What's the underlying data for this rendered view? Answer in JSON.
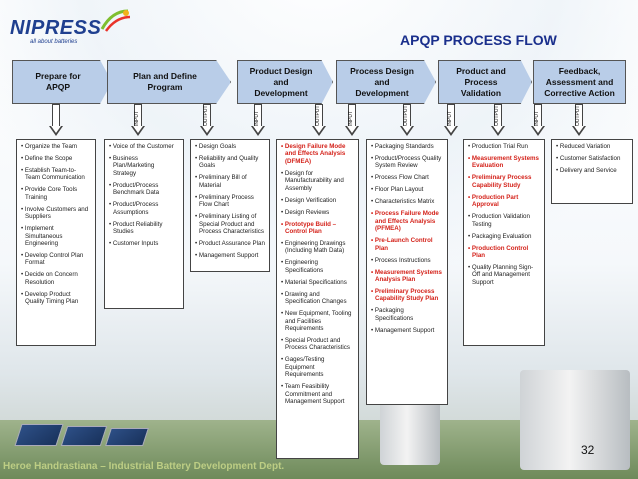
{
  "logo": {
    "name": "NIPRESS",
    "tagline": "all about batteries"
  },
  "title": "APQP PROCESS FLOW",
  "phases": [
    {
      "label": "Prepare for APQP"
    },
    {
      "label": "Plan and Define Program"
    },
    {
      "label": "Product Design and Development"
    },
    {
      "label": "Process Design and Development"
    },
    {
      "label": "Product and Process Validation"
    },
    {
      "label": "Feedback, Assessment and Corrective Action"
    }
  ],
  "io_labels": {
    "input": "INPUT",
    "output": "OUTPUT"
  },
  "columns": [
    {
      "items": [
        {
          "text": "Organize the Team",
          "red": false
        },
        {
          "text": "Define the Scope",
          "red": false
        },
        {
          "text": "Establish Team-to-Team Communication",
          "red": false
        },
        {
          "text": "Provide Core Tools Training",
          "red": false
        },
        {
          "text": "Involve Customers and Suppliers",
          "red": false
        },
        {
          "text": "Implement Simultaneous Engineering",
          "red": false
        },
        {
          "text": "Develop Control Plan Format",
          "red": false
        },
        {
          "text": "Decide on Concern Resolution",
          "red": false
        },
        {
          "text": "Develop Product Quality Timing Plan",
          "red": false
        }
      ]
    },
    {
      "items": [
        {
          "text": "Voice of the Customer",
          "red": false
        },
        {
          "text": "Business Plan/Marketing Strategy",
          "red": false
        },
        {
          "text": "Product/Process Benchmark Data",
          "red": false
        },
        {
          "text": "Product/Process Assumptions",
          "red": false
        },
        {
          "text": "Product Reliability Studies",
          "red": false
        },
        {
          "text": "Customer Inputs",
          "red": false
        }
      ]
    },
    {
      "items": [
        {
          "text": "Design Goals",
          "red": false
        },
        {
          "text": "Reliability and Quality Goals",
          "red": false
        },
        {
          "text": "Preliminary Bill of Material",
          "red": false
        },
        {
          "text": "Preliminary Process Flow Chart",
          "red": false
        },
        {
          "text": "Preliminary Listing of Special Product and Process Characteristics",
          "red": false
        },
        {
          "text": "Product Assurance Plan",
          "red": false
        },
        {
          "text": "Management Support",
          "red": false
        }
      ]
    },
    {
      "items": [
        {
          "text": "Design Failure Mode and Effects Analysis (DFMEA)",
          "red": true
        },
        {
          "text": "Design for Manufacturability and Assembly",
          "red": false
        },
        {
          "text": "Design Verification",
          "red": false
        },
        {
          "text": "Design Reviews",
          "red": false
        },
        {
          "text": "Prototype Build – Control Plan",
          "red": true
        },
        {
          "text": "Engineering Drawings (Including Math Data)",
          "red": false
        },
        {
          "text": "Engineering Specifications",
          "red": false
        },
        {
          "text": "Material Specifications",
          "red": false
        },
        {
          "text": "Drawing and Specification Changes",
          "red": false
        },
        {
          "text": "New Equipment, Tooling and Facilities Requirements",
          "red": false
        },
        {
          "text": "Special Product and Process Characteristics",
          "red": false
        },
        {
          "text": "Gages/Testing Equipment Requirements",
          "red": false
        },
        {
          "text": "Team Feasibility Commitment and Management Support",
          "red": false
        }
      ]
    },
    {
      "items": [
        {
          "text": "Packaging Standards",
          "red": false
        },
        {
          "text": "Product/Process Quality System Review",
          "red": false
        },
        {
          "text": "Process Flow Chart",
          "red": false
        },
        {
          "text": "Floor Plan Layout",
          "red": false
        },
        {
          "text": "Characteristics Matrix",
          "red": false
        },
        {
          "text": "Process Failure Mode and Effects Analysis (PFMEA)",
          "red": true
        },
        {
          "text": "Pre-Launch Control Plan",
          "red": true
        },
        {
          "text": "Process Instructions",
          "red": false
        },
        {
          "text": "Measurement Systems Analysis Plan",
          "red": true
        },
        {
          "text": "Preliminary Process Capability Study Plan",
          "red": true
        },
        {
          "text": "Packaging Specifications",
          "red": false
        },
        {
          "text": "Management Support",
          "red": false
        }
      ]
    },
    {
      "items": [
        {
          "text": "Production Trial Run",
          "red": false
        },
        {
          "text": "Measurement Systems Evaluation",
          "red": true
        },
        {
          "text": "Preliminary Process Capability Study",
          "red": true
        },
        {
          "text": "Production Part Approval",
          "red": true
        },
        {
          "text": "Production Validation Testing",
          "red": false
        },
        {
          "text": "Packaging Evaluation",
          "red": false
        },
        {
          "text": "Production Control Plan",
          "red": true
        },
        {
          "text": "Quality Planning Sign-Off and Management Support",
          "red": false
        }
      ]
    },
    {
      "items": [
        {
          "text": "Reduced Variation",
          "red": false
        },
        {
          "text": "Customer Satisfaction",
          "red": false
        },
        {
          "text": "Delivery and Service",
          "red": false
        }
      ]
    }
  ],
  "page_number": "32",
  "footer": "Heroe Handrastiana – Industrial Battery Development Dept."
}
